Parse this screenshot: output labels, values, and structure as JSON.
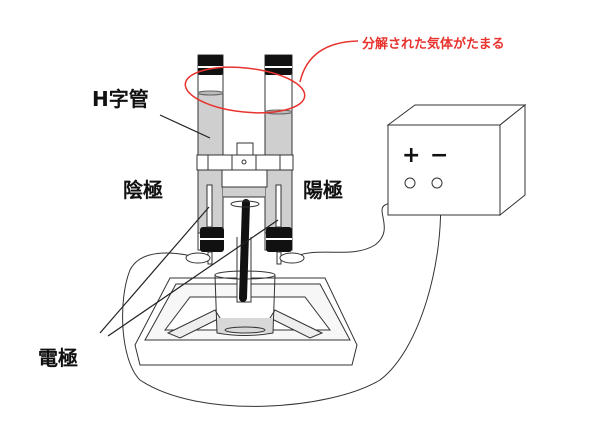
{
  "labels": {
    "h_tube": "H字管",
    "cathode": "陰極",
    "anode": "陽極",
    "electrode": "電極",
    "gas_note": "分解された気体がたまる",
    "plus": "+",
    "minus": "−"
  },
  "colors": {
    "highlight": "#e8332e",
    "liquid": "#cfcfcf",
    "stopper": "#111111"
  }
}
